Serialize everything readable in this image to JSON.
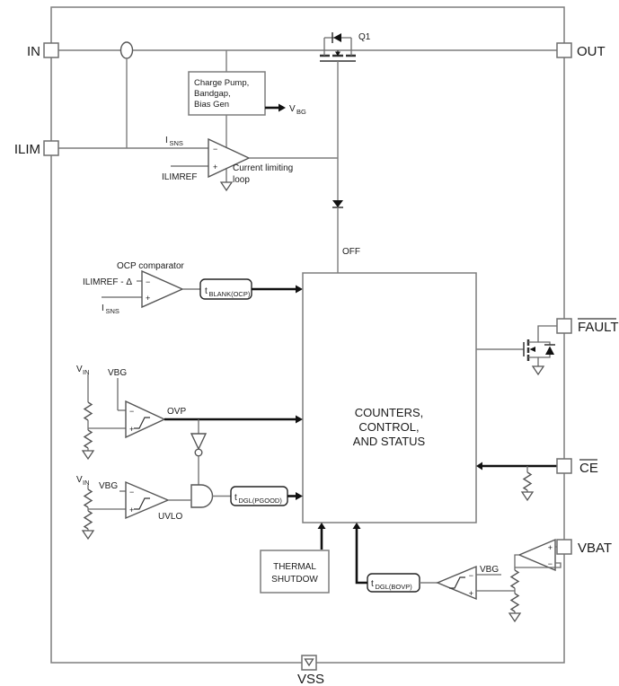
{
  "pins": {
    "in": "IN",
    "ilim": "ILIM",
    "out": "OUT",
    "fault": "FAULT",
    "ce": "CE",
    "vbat": "VBAT",
    "vss": "VSS"
  },
  "q1_label": "Q1",
  "charge_pump": {
    "line1": "Charge Pump,",
    "line2": "Bandgap,",
    "line3": "Bias Gen"
  },
  "vbg_output": {
    "base": "V",
    "sub": "BG"
  },
  "current_limit": {
    "isns_base": "I",
    "isns_sub": "SNS",
    "ilimref_label": "ILIMREF",
    "minus": "−",
    "plus": "+",
    "caption_line1": "Current limiting",
    "caption_line2": "loop"
  },
  "off_label": "OFF",
  "ocp": {
    "title": "OCP comparator",
    "neg_input": "ILIMREF - Δ",
    "isns_base": "I",
    "isns_sub": "SNS",
    "minus": "−",
    "plus": "+",
    "timer_base": "t",
    "timer_sub": "BLANK(OCP)"
  },
  "main_block": {
    "line1": "COUNTERS,",
    "line2": "CONTROL,",
    "line3": "AND STATUS"
  },
  "ovp": {
    "vin_base": "V",
    "vin_sub": "IN",
    "vbg_label": "VBG",
    "minus": "−",
    "plus": "+",
    "out_label": "OVP"
  },
  "uvlo": {
    "vin_base": "V",
    "vin_sub": "IN",
    "vbg_label": "VBG",
    "minus": "−",
    "plus": "+",
    "out_label": "UVLO",
    "timer_base": "t",
    "timer_sub": "DGL(PGOOD)"
  },
  "thermal": {
    "line1": "THERMAL",
    "line2": "SHUTDOW"
  },
  "bovp": {
    "timer_base": "t",
    "timer_sub": "DGL(BOVP)",
    "vbg_label": "VBG",
    "minus": "−",
    "plus": "+"
  },
  "buffer": {
    "plus": "+",
    "minus": "−"
  },
  "colors": {
    "wire_gray": "#7d7d7d",
    "component_gray": "#555555",
    "signal_black": "#111111",
    "text_black": "#1a1a1a",
    "background": "#ffffff"
  }
}
